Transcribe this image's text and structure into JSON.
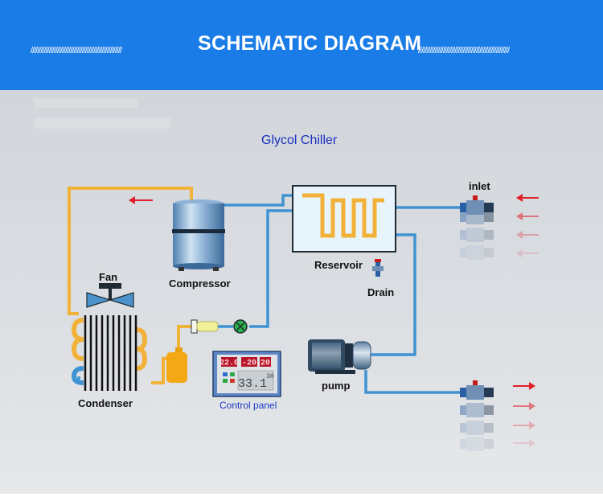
{
  "header": {
    "title": "SCHEMATIC DIAGRAM",
    "decor_left": "///////////////////////////////////////////////////////",
    "decor_right": "///////////////////////////////////////////////////////"
  },
  "diagram": {
    "title": "Glycol Chiller",
    "labels": {
      "fan": "Fan",
      "compressor": "Compressor",
      "reservoir": "Reservoir",
      "drain": "Drain",
      "inlet": "inlet",
      "condenser": "Condenser",
      "pump": "pump",
      "control_panel": "Control panel"
    },
    "control_panel_display": {
      "top_left": "22.0",
      "top_mid": "-20",
      "top_right": "20",
      "main": "33.1",
      "side": "30"
    },
    "colors": {
      "refrigerant_line": "#f2b23a",
      "water_line": "#3f93d2",
      "arrow": "#e0202a",
      "banner": "#1a7ce6"
    }
  }
}
